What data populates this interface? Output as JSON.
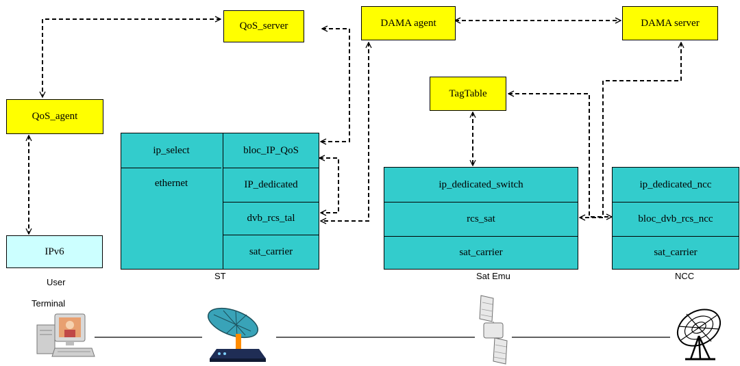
{
  "nodes": {
    "qos_server": "QoS_server",
    "dama_agent": "DAMA agent",
    "dama_server": "DAMA server",
    "qos_agent": "QoS_agent",
    "tagtable": "TagTable",
    "ipv6": "IPv6"
  },
  "st": {
    "caption": "ST",
    "ip_select": "ip_select",
    "ethernet": "ethernet",
    "bloc_ip_qos": "bloc_IP_QoS",
    "ip_dedicated": "IP_dedicated",
    "dvb_rcs_tal": "dvb_rcs_tal",
    "sat_carrier": "sat_carrier"
  },
  "satemu": {
    "caption": "Sat Emu",
    "ip_dedicated_switch": "ip_dedicated_switch",
    "rcs_sat": "rcs_sat",
    "sat_carrier": "sat_carrier"
  },
  "ncc": {
    "caption": "NCC",
    "ip_dedicated_ncc": "ip_dedicated_ncc",
    "bloc_dvb_rcs_ncc": "bloc_dvb_rcs_ncc",
    "sat_carrier": "sat_carrier"
  },
  "labels": {
    "user": "User",
    "terminal": "Terminal"
  },
  "icons": [
    "computer-terminal-icon",
    "satellite-dish-modem-icon",
    "satellite-icon",
    "ground-antenna-icon"
  ],
  "colors": {
    "yellow": "#ffff00",
    "teal": "#33cccc",
    "light_cyan": "#ccffff"
  }
}
